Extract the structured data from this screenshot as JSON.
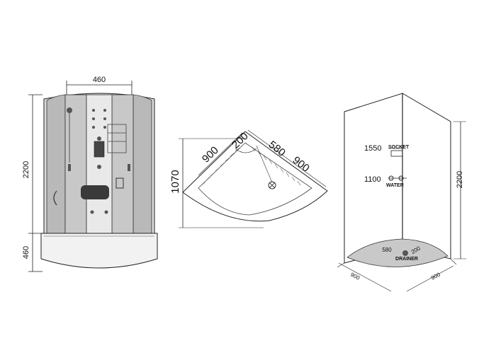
{
  "front_view": {
    "width_label": "460",
    "height_label": "2200",
    "base_height_label": "460"
  },
  "plan_view": {
    "side_a_label": "900",
    "side_b_label": "900",
    "depth_label": "1070",
    "corner_label": "200",
    "drain_label": "580"
  },
  "iso_view": {
    "socket_height": "1550",
    "socket_label": "SOCKET",
    "water_height": "1100",
    "water_label": "WATER",
    "total_height": "2200",
    "drain_offset": "580",
    "corner_offset": "200",
    "drainer_label": "DRAINER",
    "left_width": "900",
    "right_width": "900"
  },
  "colors": {
    "line": "#222222",
    "glass": "#bdbdbd",
    "glass_dark": "#8f8f8f",
    "panel": "#e6e6e6",
    "floor": "#d0d0d0"
  }
}
